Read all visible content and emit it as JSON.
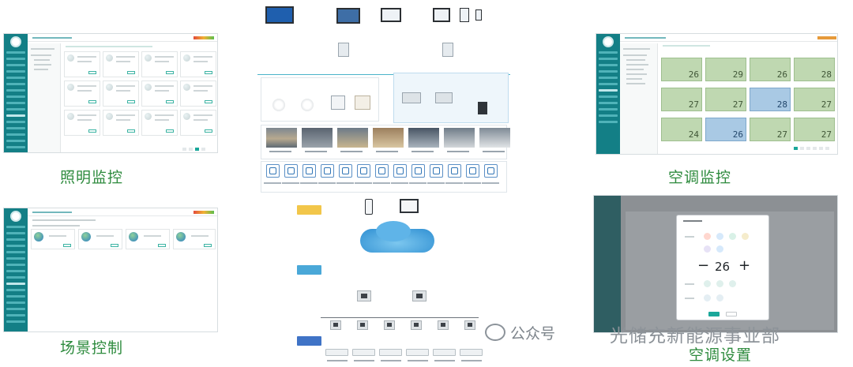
{
  "captions": {
    "lighting": "照明监控",
    "scene": "场景控制",
    "ac_monitor": "空调监控",
    "ac_settings": "空调设置"
  },
  "ac_readings": {
    "row1": [
      "26",
      "29",
      "26",
      "28"
    ],
    "row2": [
      "27",
      "27",
      "28",
      "27"
    ],
    "row3": [
      "24",
      "26",
      "27",
      "27"
    ]
  },
  "modal": {
    "minus": "−",
    "plus": "+",
    "temperature": "26"
  },
  "watermark": {
    "account": "公众号",
    "org": "光储充新能源事业部"
  },
  "colors": {
    "sidebar": "#137f86",
    "caption": "#2e8b3e",
    "accent": "#1aa79a",
    "layer_app": "#f2c64a",
    "layer_transport": "#4aa8d8",
    "layer_device": "#3f73c6"
  }
}
